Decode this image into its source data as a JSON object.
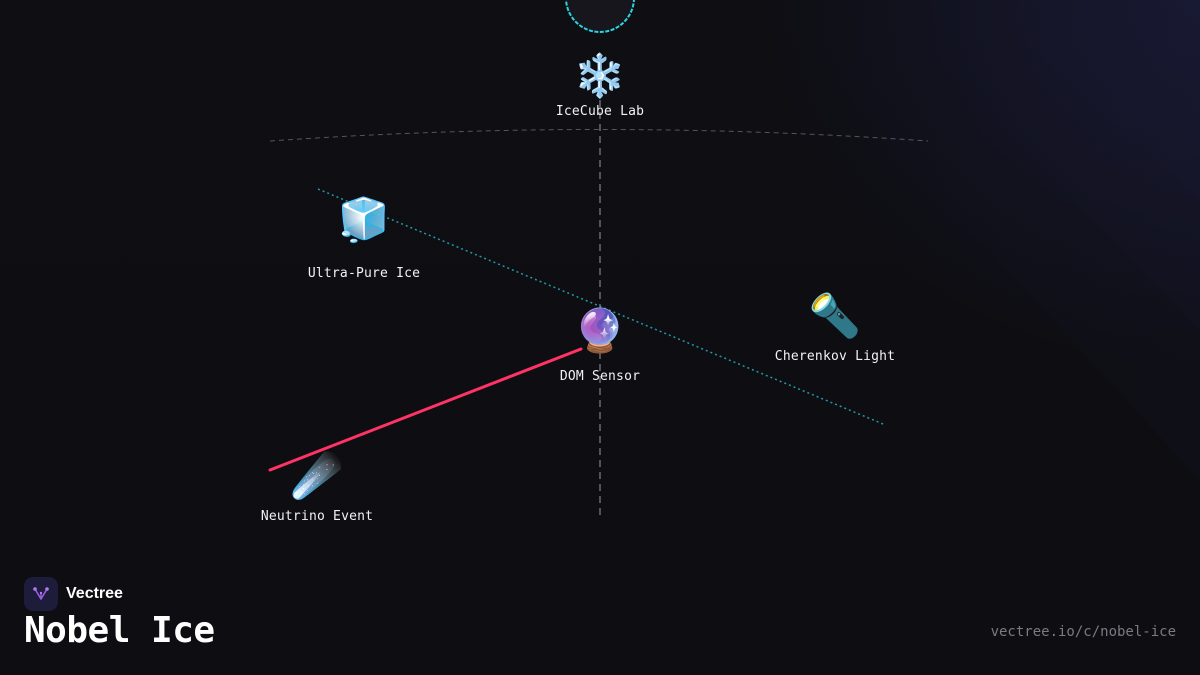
{
  "brand": {
    "name": "Vectree",
    "accent_color": "#9b5de5",
    "logo_bg_color": "#1d1c3a"
  },
  "title": "Nobel Ice",
  "url": "vectree.io/c/nobel-ice",
  "colors": {
    "background": "#0d0d12",
    "surface_line": "#55555f",
    "vertical_axis": "#6a6a72",
    "light_path": "#1e9aa8",
    "neutrino_track": "#ff3366",
    "ring": "#2ad4e0"
  },
  "nodes": [
    {
      "id": "icecube-lab",
      "icon": "snowflake-icon",
      "glyph": "❄️",
      "label": "IceCube Lab"
    },
    {
      "id": "ultra-pure-ice",
      "icon": "ice-cube-icon",
      "glyph": "🧊",
      "label": "Ultra-Pure Ice"
    },
    {
      "id": "dom-sensor",
      "icon": "crystal-ball-icon",
      "glyph": "🔮",
      "label": "DOM Sensor"
    },
    {
      "id": "cherenkov-light",
      "icon": "flashlight-icon",
      "glyph": "🔦",
      "label": "Cherenkov Light"
    },
    {
      "id": "neutrino-event",
      "icon": "comet-icon",
      "glyph": "☄️",
      "label": "Neutrino Event"
    }
  ]
}
